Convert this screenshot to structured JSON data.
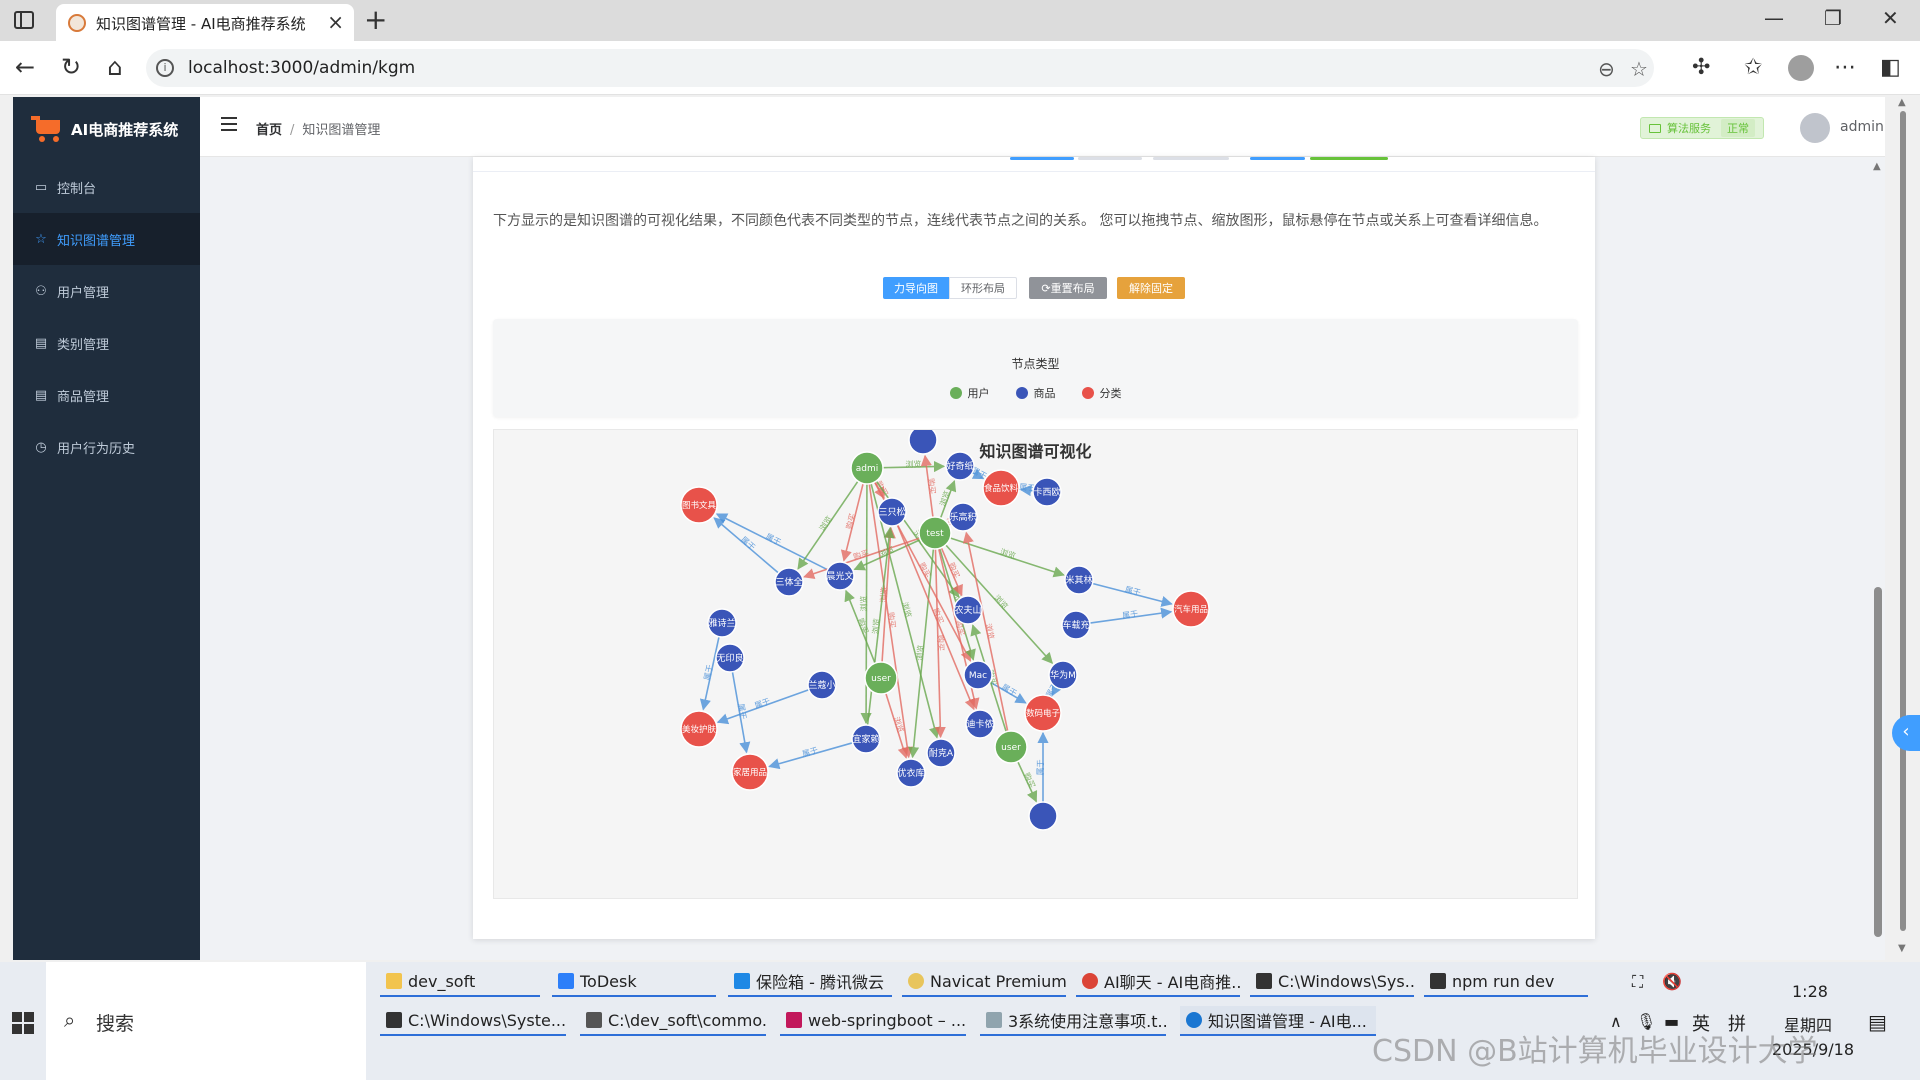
{
  "browser": {
    "tab_title": "知识图谱管理 - AI电商推荐系统",
    "url": "localhost:3000/admin/kgm"
  },
  "app": {
    "brand": "AI电商推荐系统",
    "menu": [
      {
        "label": "控制台",
        "icon": "monitor-icon",
        "active": false
      },
      {
        "label": "知识图谱管理",
        "icon": "star-icon",
        "active": true
      },
      {
        "label": "用户管理",
        "icon": "user-icon",
        "active": false
      },
      {
        "label": "类别管理",
        "icon": "box-icon",
        "active": false
      },
      {
        "label": "商品管理",
        "icon": "box-icon",
        "active": false
      },
      {
        "label": "用户行为历史",
        "icon": "clock-icon",
        "active": false
      }
    ],
    "breadcrumb": {
      "home": "首页",
      "current": "知识图谱管理"
    },
    "algo_status": {
      "label": "算法服务",
      "state": "正常"
    },
    "username": "admin"
  },
  "kg": {
    "description": "下方显示的是知识图谱的可视化结果，不同颜色代表不同类型的节点，连线代表节点之间的关系。 您可以拖拽节点、缩放图形，鼠标悬停在节点或关系上可查看详细信息。",
    "buttons": {
      "force": "力导向图",
      "circle": "环形布局",
      "reset": "⟳重置布局",
      "unpin": "解除固定"
    },
    "legend_title": "节点类型",
    "legend": [
      {
        "label": "用户",
        "color": "#6aaf5a"
      },
      {
        "label": "商品",
        "color": "#3a55b8"
      },
      {
        "label": "分类",
        "color": "#e8524a"
      }
    ],
    "graph_title": "知识图谱可视化",
    "nodes": [
      {
        "id": "admin",
        "label": "admi",
        "type": "user"
      },
      {
        "id": "test",
        "label": "test",
        "type": "user"
      },
      {
        "id": "user1",
        "label": "user",
        "type": "user"
      },
      {
        "id": "user2",
        "label": "user",
        "type": "user"
      },
      {
        "id": "c_book",
        "label": "图书文具",
        "type": "category"
      },
      {
        "id": "c_food",
        "label": "食品饮料",
        "type": "category"
      },
      {
        "id": "c_car",
        "label": "汽车用品",
        "type": "category"
      },
      {
        "id": "c_beauty",
        "label": "美妆护肤",
        "type": "category"
      },
      {
        "id": "c_home",
        "label": "家居用品",
        "type": "category"
      },
      {
        "id": "c_digital",
        "label": "数码电子",
        "type": "category"
      },
      {
        "id": "p1",
        "label": "好奇纸",
        "type": "product"
      },
      {
        "id": "p2",
        "label": "卡西欧",
        "type": "product"
      },
      {
        "id": "p3",
        "label": "三只松",
        "type": "product"
      },
      {
        "id": "p4",
        "label": "乐高积",
        "type": "product"
      },
      {
        "id": "p5",
        "label": "三体全",
        "type": "product"
      },
      {
        "id": "p6",
        "label": "晨光文",
        "type": "product"
      },
      {
        "id": "p7",
        "label": "米其林",
        "type": "product"
      },
      {
        "id": "p8",
        "label": "雅诗兰",
        "type": "product"
      },
      {
        "id": "p9",
        "label": "农夫山",
        "type": "product"
      },
      {
        "id": "p10",
        "label": "车载充",
        "type": "product"
      },
      {
        "id": "p11",
        "label": "无印良",
        "type": "product"
      },
      {
        "id": "p12",
        "label": "华为M",
        "type": "product"
      },
      {
        "id": "p13",
        "label": "兰蔻小",
        "type": "product"
      },
      {
        "id": "p14",
        "label": "Mac",
        "type": "product"
      },
      {
        "id": "p15",
        "label": "迪卡侬",
        "type": "product"
      },
      {
        "id": "p16",
        "label": "宜家赖",
        "type": "product"
      },
      {
        "id": "p17",
        "label": "耐克A",
        "type": "product"
      },
      {
        "id": "p18",
        "label": "优衣库",
        "type": "product"
      },
      {
        "id": "p19",
        "label": "",
        "type": "product"
      },
      {
        "id": "p20",
        "label": "",
        "type": "product"
      }
    ],
    "edges": [
      {
        "s": "p1",
        "t": "c_food",
        "label": "属于"
      },
      {
        "s": "p2",
        "t": "c_food",
        "label": "属于"
      },
      {
        "s": "p5",
        "t": "c_book",
        "label": "属于"
      },
      {
        "s": "p6",
        "t": "c_book",
        "label": "属于"
      },
      {
        "s": "p7",
        "t": "c_car",
        "label": "属于"
      },
      {
        "s": "p10",
        "t": "c_car",
        "label": "属于"
      },
      {
        "s": "p8",
        "t": "c_beauty",
        "label": "属于"
      },
      {
        "s": "p13",
        "t": "c_beauty",
        "label": "属于"
      },
      {
        "s": "p11",
        "t": "c_home",
        "label": "属于"
      },
      {
        "s": "p16",
        "t": "c_home",
        "label": "属于"
      },
      {
        "s": "p12",
        "t": "c_digital",
        "label": "属于"
      },
      {
        "s": "p14",
        "t": "c_digital",
        "label": "属于"
      },
      {
        "s": "p20",
        "t": "c_digital",
        "label": "属于"
      },
      {
        "s": "admin",
        "t": "p1",
        "label": "浏览"
      },
      {
        "s": "admin",
        "t": "p3",
        "label": "购买"
      },
      {
        "s": "admin",
        "t": "p5",
        "label": "浏览"
      },
      {
        "s": "admin",
        "t": "p6",
        "label": "购买"
      },
      {
        "s": "admin",
        "t": "p9",
        "label": "浏览"
      },
      {
        "s": "admin",
        "t": "p14",
        "label": "购买"
      },
      {
        "s": "admin",
        "t": "p16",
        "label": "浏览"
      },
      {
        "s": "admin",
        "t": "p18",
        "label": "购买"
      },
      {
        "s": "admin",
        "t": "p17",
        "label": "浏览"
      },
      {
        "s": "test",
        "t": "p4",
        "label": "购买"
      },
      {
        "s": "test",
        "t": "p7",
        "label": "浏览"
      },
      {
        "s": "test",
        "t": "p5",
        "label": "购买"
      },
      {
        "s": "test",
        "t": "p6",
        "label": "浏览"
      },
      {
        "s": "test",
        "t": "p9",
        "label": "购买"
      },
      {
        "s": "test",
        "t": "p14",
        "label": "浏览"
      },
      {
        "s": "test",
        "t": "p15",
        "label": "购买"
      },
      {
        "s": "test",
        "t": "p12",
        "label": "浏览"
      },
      {
        "s": "test",
        "t": "p17",
        "label": "购买"
      },
      {
        "s": "test",
        "t": "p18",
        "label": "浏览"
      },
      {
        "s": "test",
        "t": "p19",
        "label": "购买"
      },
      {
        "s": "test",
        "t": "p1",
        "label": "浏览"
      },
      {
        "s": "user1",
        "t": "p3",
        "label": "浏览"
      },
      {
        "s": "user1",
        "t": "p6",
        "label": "购买"
      },
      {
        "s": "user1",
        "t": "p18",
        "label": "浏览"
      },
      {
        "s": "user2",
        "t": "p9",
        "label": "购买"
      },
      {
        "s": "user2",
        "t": "p4",
        "label": "浏览"
      },
      {
        "s": "user2",
        "t": "p20",
        "label": "购买"
      },
      {
        "s": "p3",
        "t": "p15",
        "label": "购买"
      },
      {
        "s": "p16",
        "t": "p3",
        "label": "浏览"
      }
    ]
  },
  "taskbar": {
    "search": "搜索",
    "tasks_row1": [
      "dev_soft",
      "ToDesk",
      "保险箱 - 腾讯微云",
      "Navicat Premium",
      "AI聊天 - AI电商推...",
      "C:\\Windows\\Sys...",
      "npm run dev"
    ],
    "tasks_row2": [
      "C:\\Windows\\Syste...",
      "C:\\dev_soft\\commo...",
      "web-springboot – ...",
      "3系统使用注意事项.t...",
      "知识图谱管理 - AI电..."
    ],
    "time": "1:28",
    "weekday": "星期四",
    "date": "2025/9/18",
    "ime1": "英",
    "ime2": "拼"
  },
  "watermark": "CSDN @B站计算机毕业设计大学"
}
